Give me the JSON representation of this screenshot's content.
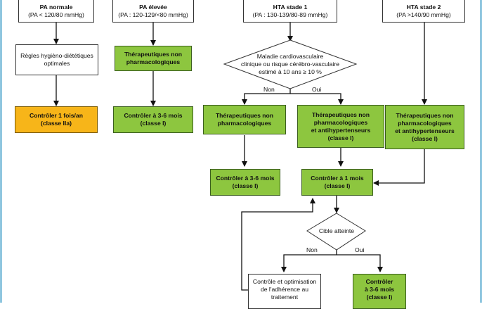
{
  "stages": {
    "normal": {
      "title": "PA normale",
      "range": "(PA < 120/80 mmHg)"
    },
    "elevated": {
      "title": "PA élevée",
      "range": "(PA : 120-129/<80 mmHg)"
    },
    "hta1": {
      "title": "HTA stade 1",
      "range": "(PA : 130-139/80-89 mmHg)"
    },
    "hta2": {
      "title": "HTA stade 2",
      "range": "(PA >140/90 mmHg)"
    }
  },
  "boxes": {
    "regles": [
      "Règles hygièno-diététiques",
      "optimales"
    ],
    "therap_non_pharma_1": [
      "Thérapeutiques non",
      "pharmacologiques"
    ],
    "decision_cardio": [
      "Maladie cardiovasculaire",
      "clinique ou risque cérébro-vasculaire",
      "estimé à 10 ans ≥ 10 %"
    ],
    "controle_an": [
      "Contrôler 1 fois/an",
      "(classe IIa)"
    ],
    "controle_3_6_a": [
      "Contrôler à 3-6 mois",
      "(classe I)"
    ],
    "therap_non_pharma_2": [
      "Thérapeutiques non",
      "pharmacologiques"
    ],
    "therap_antihyp_1": [
      "Thérapeutiques non",
      "pharmacologiques",
      "et antihypertenseurs",
      "(classe I)"
    ],
    "therap_antihyp_2": [
      "Thérapeutiques non",
      "pharmacologiques",
      "et antihypertenseurs",
      "(classe I)"
    ],
    "controle_3_6_b": [
      "Contrôler à 3-6 mois",
      "(classe I)"
    ],
    "controle_1_mois": [
      "Contrôler à 1 mois",
      "(classe I)"
    ],
    "decision_cible": [
      "Cible atteinte"
    ],
    "adherence": [
      "Contrôle et optimisation",
      "de l'adhérence au",
      "traitement"
    ],
    "controle_3_6_c": [
      "Contrôler",
      "à 3-6 mois",
      "(classe I)"
    ]
  },
  "labels": {
    "non_1": "Non",
    "oui_1": "Oui",
    "non_2": "Non",
    "oui_2": "Oui"
  }
}
